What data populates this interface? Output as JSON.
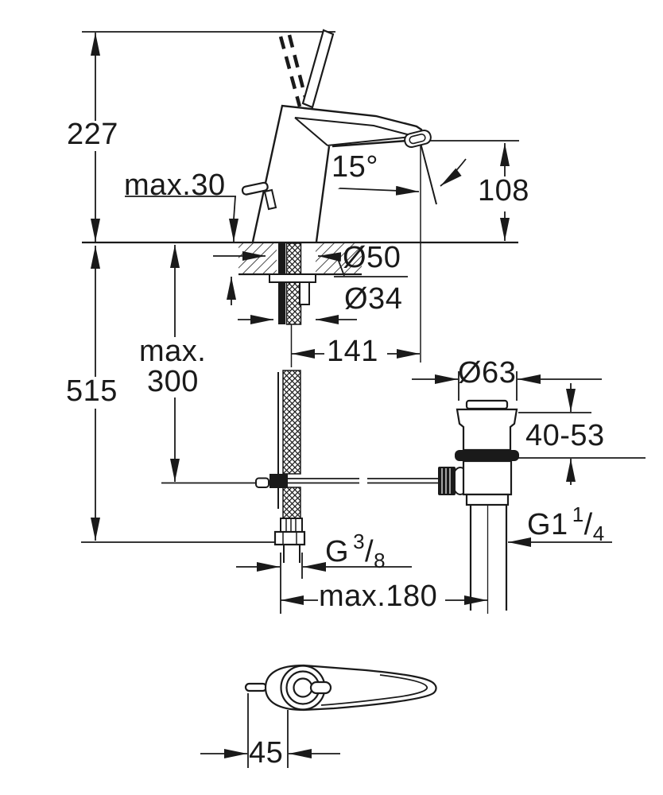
{
  "title": "Single-lever basin mixer installation drawing",
  "colors": {
    "line": "#1a1a1a",
    "background": "#ffffff"
  },
  "labels": {
    "height_overall": "227",
    "max_deck_thickness": "max.30",
    "spout_angle": "15°",
    "spout_height": "108",
    "base_diameter": "Ø50",
    "shank_diameter": "Ø34",
    "spout_projection": "141",
    "rod_max_line1": "max.",
    "rod_max_line2": "300",
    "below_deck_height": "515",
    "waste_diameter": "Ø63",
    "counter_range": "40-53",
    "waste_thread_main": "G1",
    "waste_thread_sup": "1",
    "waste_thread_slash": "/",
    "waste_thread_sub": "4",
    "supply_thread_main": "G",
    "supply_thread_sup": "3",
    "supply_thread_slash": "/",
    "supply_thread_sub": "8",
    "rod_reach": "max.180",
    "lever_width": "45"
  }
}
